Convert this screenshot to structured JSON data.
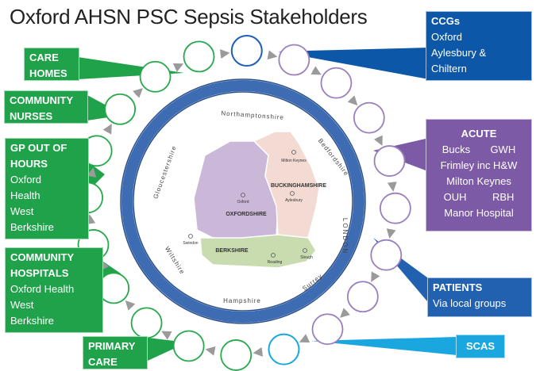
{
  "title": "Oxford AHSN PSC Sepsis Stakeholders",
  "boxes": {
    "care_homes": [
      "CARE",
      "HOMES"
    ],
    "community_nurses": [
      "COMMUNITY",
      "NURSES"
    ],
    "gp_out_of_hours": [
      "GP OUT OF",
      "HOURS",
      "Oxford",
      "Health",
      "West",
      "Berkshire"
    ],
    "community_hospitals": [
      "COMMUNITY",
      "HOSPITALS",
      "Oxford Health",
      "West",
      "Berkshire"
    ],
    "primary_care": [
      "PRIMARY",
      "CARE"
    ],
    "ccgs": [
      "CCGs",
      "Oxford",
      "Aylesbury &",
      "Chiltern"
    ],
    "acute": [
      "ACUTE",
      "Bucks       GWH",
      "Frimley inc H&W",
      "Milton Keynes",
      "OUH         RBH",
      "Manor Hospital"
    ],
    "patients": [
      "PATIENTS",
      "Via local groups"
    ],
    "scas": [
      "SCAS"
    ]
  },
  "map": {
    "ring_labels": {
      "north": "Northamptonshire",
      "northeast": "Bedfordshire",
      "east": "LONDON",
      "southeast": "Surrey",
      "south": "Hampshire",
      "southwest": "Wiltshire",
      "west": "Gloucestershire"
    },
    "counties": [
      "BUCKINGHAMSHIRE",
      "OXFORDSHIRE",
      "BERKSHIRE"
    ],
    "towns": [
      "Milton Keynes",
      "Oxford",
      "Aylesbury",
      "Swindon",
      "Reading",
      "Slough"
    ]
  },
  "colors": {
    "green": "#1fa24a",
    "navy": "#0d57a8",
    "purple": "#7c5aa6",
    "blue": "#2161b0",
    "sky": "#1aa7e0",
    "ring": "#3d6cb3",
    "oxfordshire": "#cbb7d8",
    "buckinghamshire": "#f3dad2",
    "berkshire": "#c8dcb0"
  }
}
